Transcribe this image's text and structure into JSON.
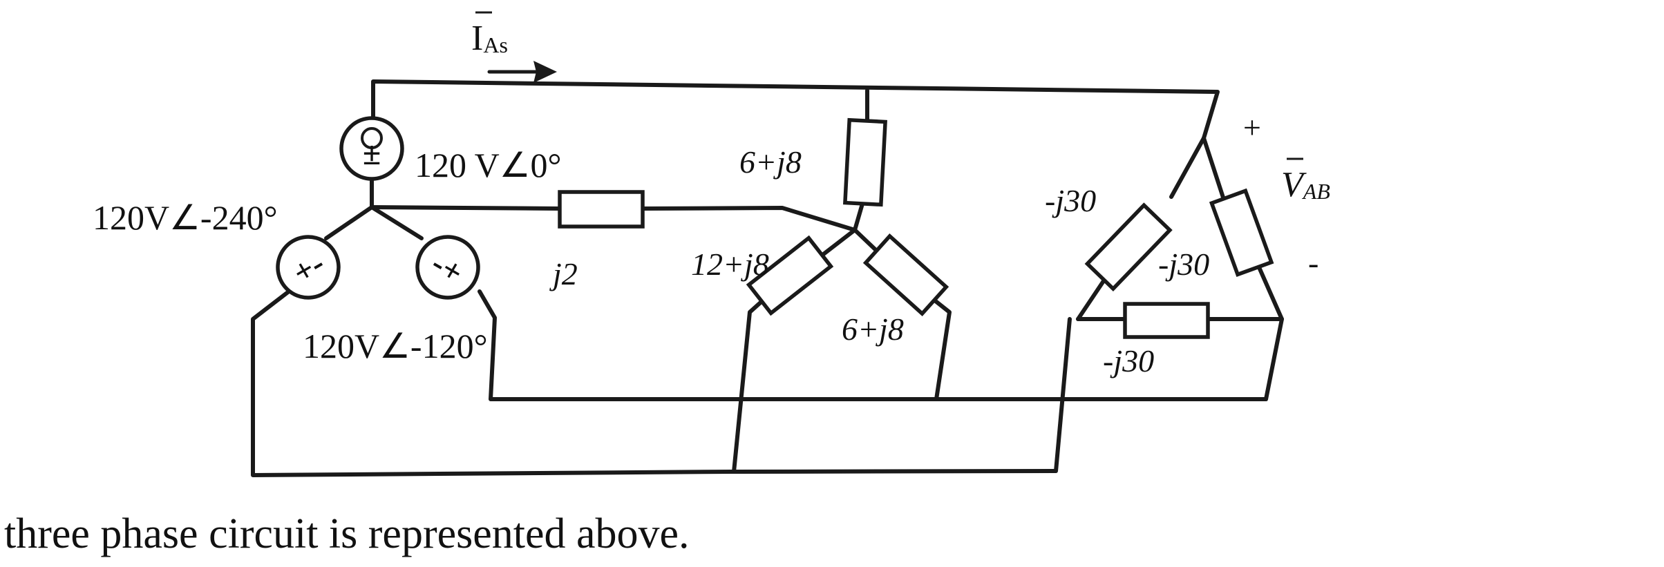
{
  "sources": {
    "a": {
      "label": "120 V∠0°",
      "sign": "±"
    },
    "b": {
      "label": "120V∠-120°",
      "sign": "-+"
    },
    "c": {
      "label": "120V∠-240°",
      "sign": "+-"
    }
  },
  "current": {
    "symbol": "I",
    "subscript": "As"
  },
  "voltage": {
    "symbol": "V",
    "subscript": "AB",
    "plus": "+",
    "minus": "-"
  },
  "impedances": {
    "line": "j2",
    "wye_top": "6+j8",
    "wye_left": "12+j8",
    "wye_right": "6+j8",
    "delta_left": "-j30",
    "delta_right": "-j30",
    "delta_bottom": "-j30"
  },
  "caption": "three phase circuit is represented above."
}
